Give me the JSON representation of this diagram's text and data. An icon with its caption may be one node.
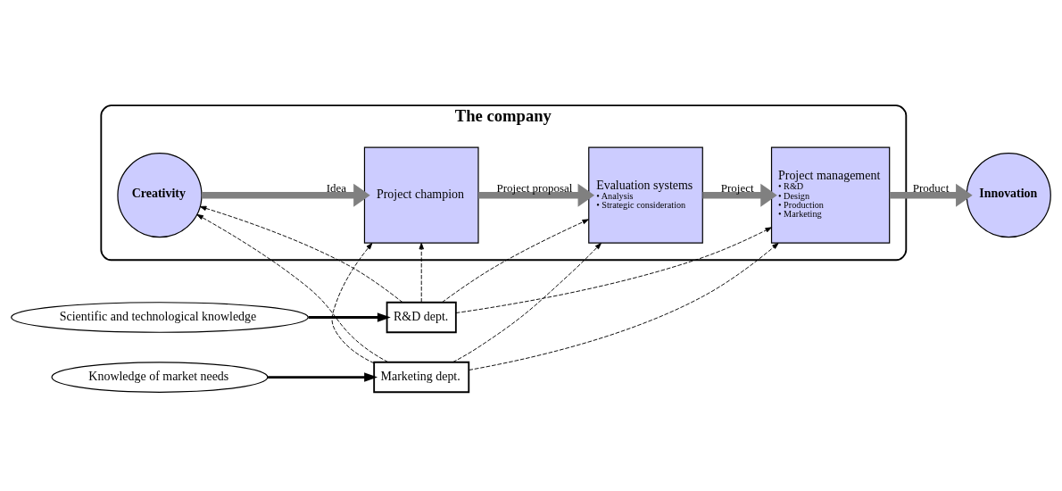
{
  "diagram": {
    "nodes": [
      {
        "text": [
          "The company"
        ]
      },
      {
        "text": [
          "Creativity"
        ],
        "in": 0
      },
      {
        "text": [
          "Project champion"
        ],
        "in": 0
      },
      {
        "text": [
          "Evaluation systems",
          "• Analysis",
          "• Strategic consideration"
        ],
        "in": 0
      },
      {
        "text": [
          "Project management",
          "• R&D",
          "• Design",
          "• Production",
          "• Marketing"
        ],
        "in": 0
      },
      {
        "text": [
          "Innovation"
        ]
      },
      {
        "text": [
          "R&D dept."
        ]
      },
      {
        "text": [
          "Marketing dept."
        ]
      },
      {
        "text": [
          "Scientific and technological knowledge"
        ]
      },
      {
        "text": [
          "Knowledge of market needs"
        ]
      }
    ],
    "edges": [
      {
        "from": 1,
        "to": 2,
        "arrow": "to",
        "label": "Idea",
        "style": "thick",
        "color": "#808080"
      },
      {
        "from": 2,
        "to": 3,
        "arrow": "to",
        "label": "Project proposal",
        "style": "thick",
        "color": "#808080"
      },
      {
        "from": 3,
        "to": 4,
        "arrow": "to",
        "label": "Project",
        "style": "thick",
        "color": "#808080"
      },
      {
        "from": 4,
        "to": 5,
        "arrow": "to",
        "label": "Product",
        "style": "thick",
        "color": "#808080"
      },
      {
        "from": 6,
        "to": 1,
        "arrow": "to",
        "style": "dashed"
      },
      {
        "from": 6,
        "to": 2,
        "arrow": "to",
        "style": "dashed"
      },
      {
        "from": 6,
        "to": 3,
        "arrow": "to",
        "style": "dashed"
      },
      {
        "from": 6,
        "to": 4,
        "arrow": "to",
        "style": "dashed"
      },
      {
        "from": 7,
        "to": 1,
        "arrow": "to",
        "style": "dashed"
      },
      {
        "from": 7,
        "to": 2,
        "arrow": "to",
        "style": "dashed"
      },
      {
        "from": 7,
        "to": 3,
        "arrow": "to",
        "style": "dashed"
      },
      {
        "from": 7,
        "to": 4,
        "arrow": "to",
        "style": "dashed"
      },
      {
        "from": 8,
        "to": 6,
        "arrow": "to",
        "style": "thick"
      },
      {
        "from": 9,
        "to": 7,
        "arrow": "to",
        "style": "thick"
      }
    ]
  }
}
